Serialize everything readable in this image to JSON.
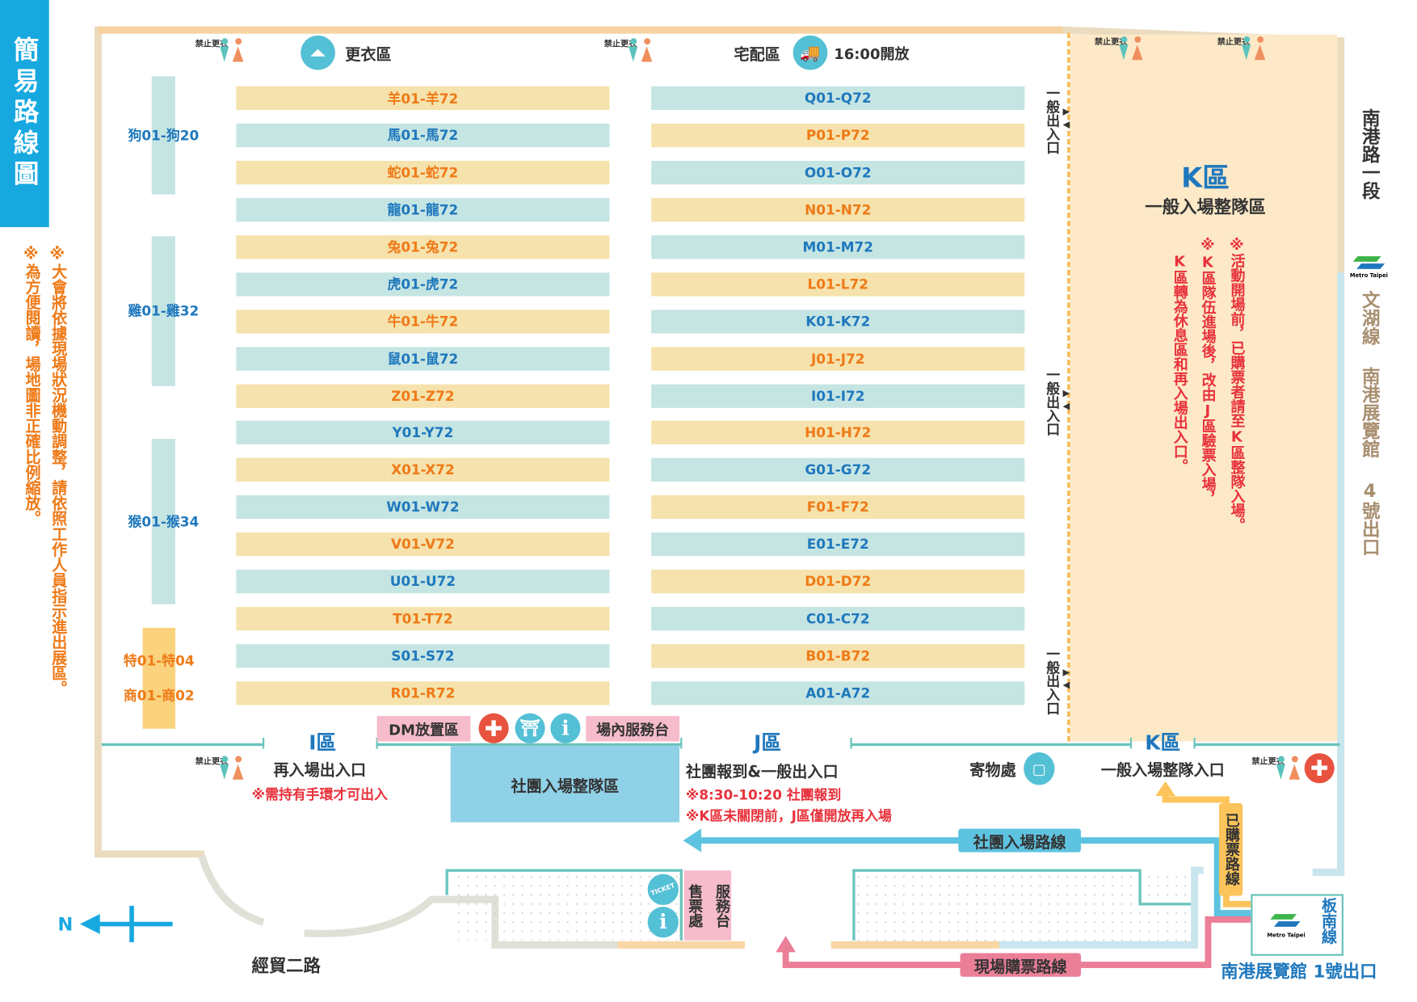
{
  "title": "簡易路線圖",
  "notes": [
    "※為方便閱讀，場地圖非正確比例縮放。",
    "※大會將依據現場狀況機動調整，請依照工作人員指示進出展區。"
  ],
  "no_change_label": "禁止更衣",
  "top": {
    "changing_room": "更衣區",
    "delivery": "宅配區",
    "delivery_time": "16:00開放"
  },
  "left_rows": [
    "羊01-羊72",
    "馬01-馬72",
    "蛇01-蛇72",
    "龍01-龍72",
    "兔01-兔72",
    "虎01-虎72",
    "牛01-牛72",
    "鼠01-鼠72",
    "Z01-Z72",
    "Y01-Y72",
    "X01-X72",
    "W01-W72",
    "V01-V72",
    "U01-U72",
    "T01-T72",
    "S01-S72",
    "R01-R72"
  ],
  "right_rows": [
    "Q01-Q72",
    "P01-P72",
    "O01-O72",
    "N01-N72",
    "M01-M72",
    "L01-L72",
    "K01-K72",
    "J01-J72",
    "I01-I72",
    "H01-H72",
    "G01-G72",
    "F01-F72",
    "E01-E72",
    "D01-D72",
    "C01-C72",
    "B01-B72",
    "A01-A72"
  ],
  "side_blocks": {
    "dog": "狗01-狗20",
    "chicken": "雞01-雞32",
    "monkey": "猴01-猴34",
    "special": "特01-特04",
    "shop": "商01-商02"
  },
  "general_gate": "一般出入口",
  "k_zone": {
    "title": "K區",
    "subtitle": "一般入場整隊區",
    "notes": [
      "※活動開場前，已購票者請至K區整隊入場。",
      "※K區隊伍進場後，改由J區驗票入場，",
      "K區轉為休息區和再入場出入口。"
    ]
  },
  "right_side": {
    "road": "南港路一段",
    "metro_name": "Metro Taipei",
    "exit4": "文湖線 南港展覽館 4號出口"
  },
  "bottom": {
    "i_zone": "I區",
    "i_gate": "再入場出入口",
    "i_note": "※需持有手環才可出入",
    "dm": "DM放置區",
    "service_desk": "場內服務台",
    "group_queue": "社團入場整隊區",
    "j_zone": "J區",
    "j_gate": "社團報到&一般出入口",
    "j_note1": "※8:30-10:20 社團報到",
    "j_note2": "※K區未關閉前，J區僅開放再入場",
    "locker": "寄物處",
    "k_zone": "K區",
    "k_gate": "一般入場整隊入口",
    "group_route": "社團入場路線",
    "bought_route": "已購票路線",
    "onsite_route": "現場購票路線",
    "service": "服務台",
    "ticket_office": "售票處",
    "ticket_icon_text": "TICKET",
    "metro_line": "板南線",
    "exit1": "南港展覽館 1號出口",
    "road": "經貿二路",
    "north": "N"
  },
  "colors": {
    "blue": "#17a8e0",
    "orange": "#ef7a17",
    "red": "#e8323c",
    "k_fill": "#fde9c8"
  }
}
